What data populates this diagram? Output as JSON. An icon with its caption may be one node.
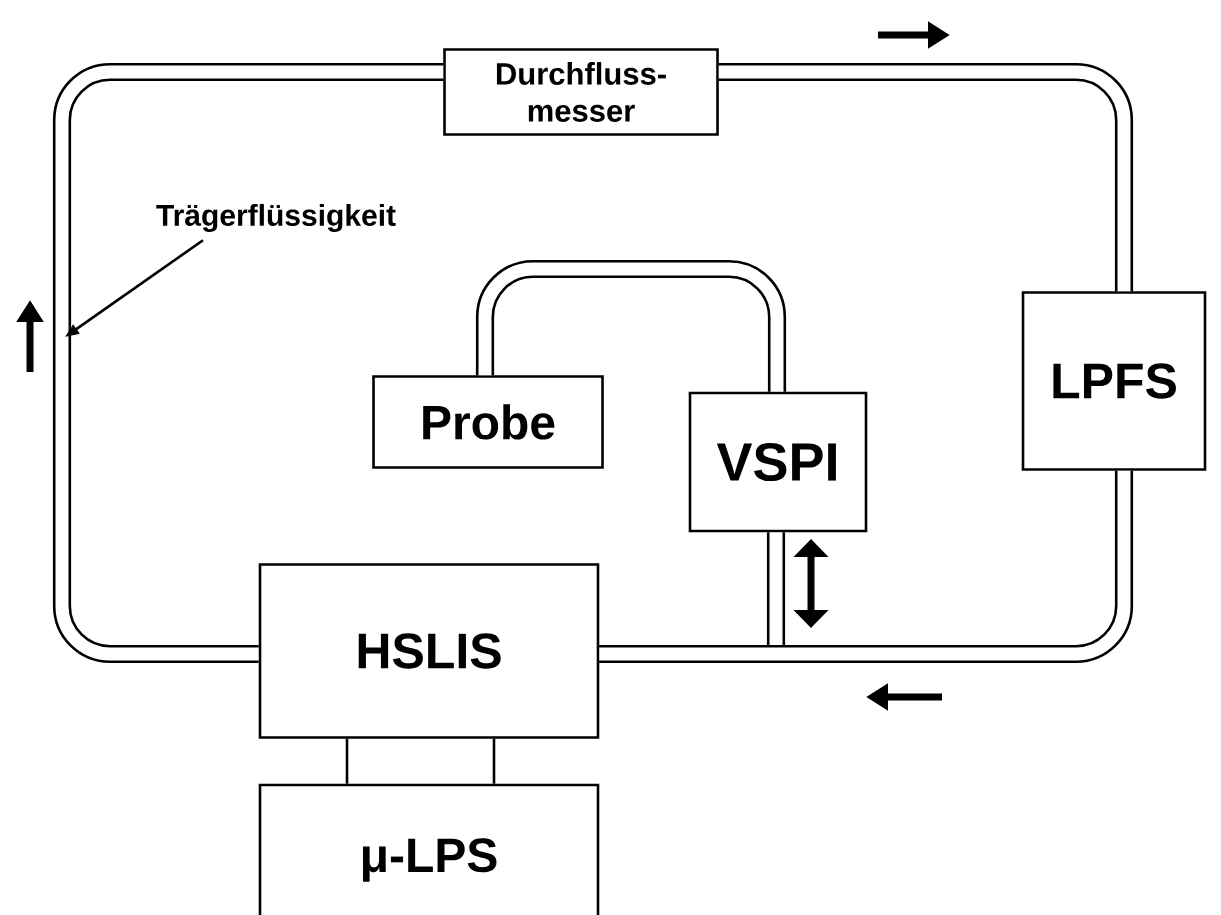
{
  "diagram": {
    "nodes": [
      {
        "text": [
          "Durchfluss- messer"
        ]
      },
      {
        "text": [
          "Trägerflüssigkeit"
        ]
      },
      {
        "text": [
          "LPFS"
        ]
      },
      {
        "text": [
          "Probe"
        ]
      },
      {
        "text": [
          "VSPI"
        ]
      },
      {
        "text": [
          "HSLIS"
        ]
      },
      {
        "text": [
          "μ-LPS"
        ]
      }
    ],
    "edges": [
      {
        "from": 5,
        "to": 0,
        "arrow": "none"
      },
      {
        "from": 0,
        "to": 2,
        "arrow": "none"
      },
      {
        "from": 2,
        "to": 5,
        "arrow": "none"
      },
      {
        "from": 4,
        "to": 5,
        "arrow": "none"
      },
      {
        "from": 3,
        "to": 4,
        "arrow": "none"
      },
      {
        "from": 5,
        "to": 6,
        "arrow": "none"
      },
      {
        "from": 5,
        "to": 6,
        "arrow": "none"
      },
      {
        "from": 1,
        "to": null,
        "arrow": "to"
      }
    ]
  }
}
